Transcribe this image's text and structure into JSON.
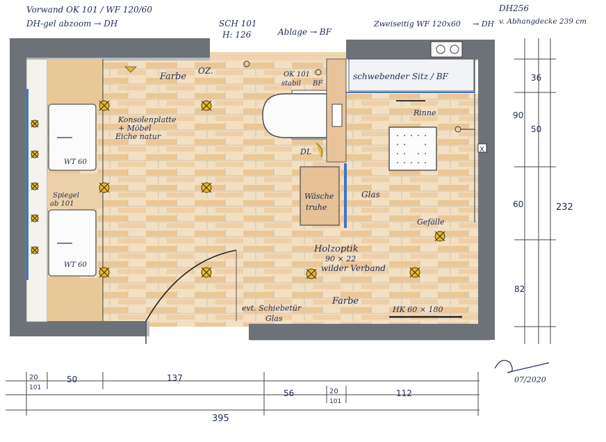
{
  "notes": {
    "top_left_1": "Vorwand OK 101 / WF 120/60",
    "top_left_2": "DH-gel abzoom → DH",
    "top_center_1": "SCH 101",
    "top_center_2": "H: 126",
    "top_shelf": "Ablage → BF",
    "top_right_1": "Zweiseitig WF 120x60",
    "top_right_dh": "→ DH",
    "top_right_2": "DH256",
    "top_right_3": "v. Abhangdecke 239 cm",
    "farbe_top": "Farbe",
    "oz": "OZ.",
    "okid": "OK 101",
    "stabil": "stabil",
    "bf": "BF",
    "konsole_1": "Konsolenplatte",
    "konsole_2": "+ Möbel",
    "konsole_3": "Eiche natur",
    "wt_1": "WT 60",
    "wt_2": "WT 60",
    "spiegel_1": "Spiegel",
    "spiegel_2": "ab 101",
    "schwebender_sitz": "schwebender Sitz / BF",
    "rinne": "Rinne",
    "dl": "DL",
    "glas_right": "Glas",
    "waesche_1": "Wäsche",
    "waesche_2": "truhe",
    "gefaelle": "Gefälle",
    "holzoptik_1": "Holzoptik",
    "holzoptik_2": "90 × 22",
    "holzoptik_3": "wilder Verband",
    "farbe_bottom": "Farbe",
    "schiebetuer_1": "evt. Schiebetür",
    "schiebetuer_2": "Glas",
    "hk": "HK 60 × 180",
    "signature_date": "07/2020",
    "x_mark": "X"
  },
  "dims_right": {
    "d36": "36",
    "d90": "90",
    "d50": "50",
    "d60": "60",
    "d232": "232",
    "d82": "82"
  },
  "dims_bottom": {
    "d20a": "20",
    "d101a": "101",
    "d50": "50",
    "d137": "137",
    "d56": "56",
    "d20b": "20",
    "d101b": "101",
    "d112": "112",
    "d395": "395"
  },
  "colors": {
    "wall": "#6d7278",
    "wall_shadow": "#b4b8bc",
    "wood": "#e7bc86",
    "wood_light": "#f1dcbc",
    "ink": "#1e2c52",
    "glass": "#3f74c8",
    "spot": "#e6b62c"
  }
}
